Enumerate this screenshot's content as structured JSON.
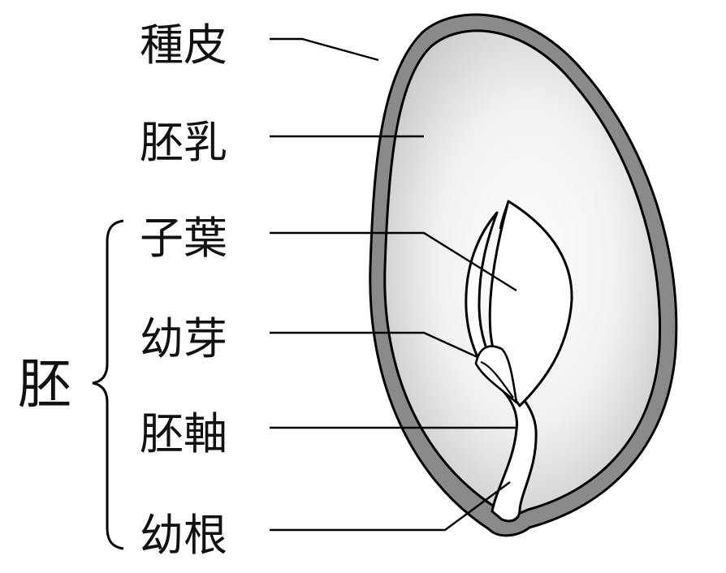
{
  "labels": {
    "seed_coat": "種皮",
    "endosperm": "胚乳",
    "cotyledon": "子葉",
    "plumule": "幼芽",
    "hypocotyl": "胚軸",
    "radicle": "幼根",
    "embryo": "胚"
  },
  "colors": {
    "seed_coat": "#8a8a8a",
    "endosperm_center": "#ffffff",
    "endosperm_edge": "#c6c6c6",
    "embryo_fill": "#ffffff",
    "outline": "#000000"
  }
}
